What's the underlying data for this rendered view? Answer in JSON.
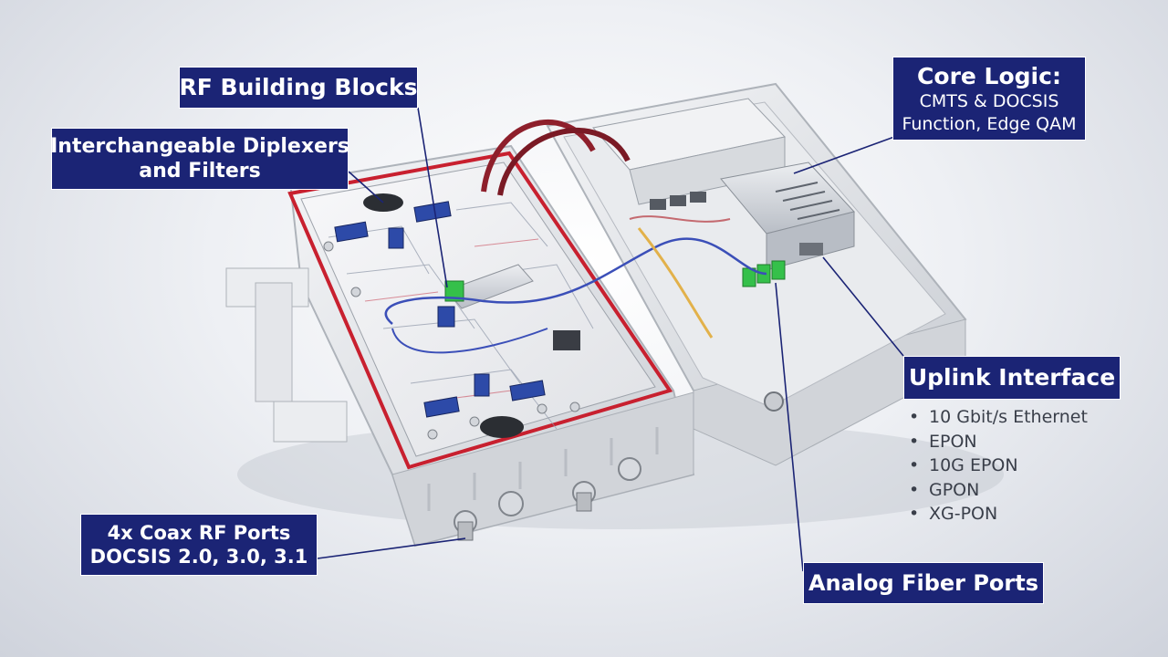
{
  "callouts": {
    "rf_building_blocks": "RF Building Blocks",
    "diplexers": [
      "Interchangeable Diplexers",
      "and Filters"
    ],
    "core_logic": {
      "title": "Core Logic:",
      "lines": [
        "CMTS & DOCSIS",
        "Function, Edge QAM"
      ]
    },
    "uplink": "Uplink Interface",
    "coax": [
      "4x Coax RF Ports",
      "DOCSIS 2.0, 3.0, 3.1"
    ],
    "analog_fiber": "Analog Fiber Ports"
  },
  "uplink_options": [
    "10 Gbit/s Ethernet",
    "EPON",
    "10G EPON",
    "GPON",
    "XG-PON"
  ],
  "colors": {
    "callout_bg": "#1b2475",
    "leader_line": "#1b2475",
    "housing": "#e6e8eb",
    "gasket": "#c8202f",
    "fiber": "#3b4fb8",
    "connector_green": "#35c04a",
    "cable_red": "#8e1f2b"
  },
  "icons": [
    "bullet-dot-icon"
  ]
}
